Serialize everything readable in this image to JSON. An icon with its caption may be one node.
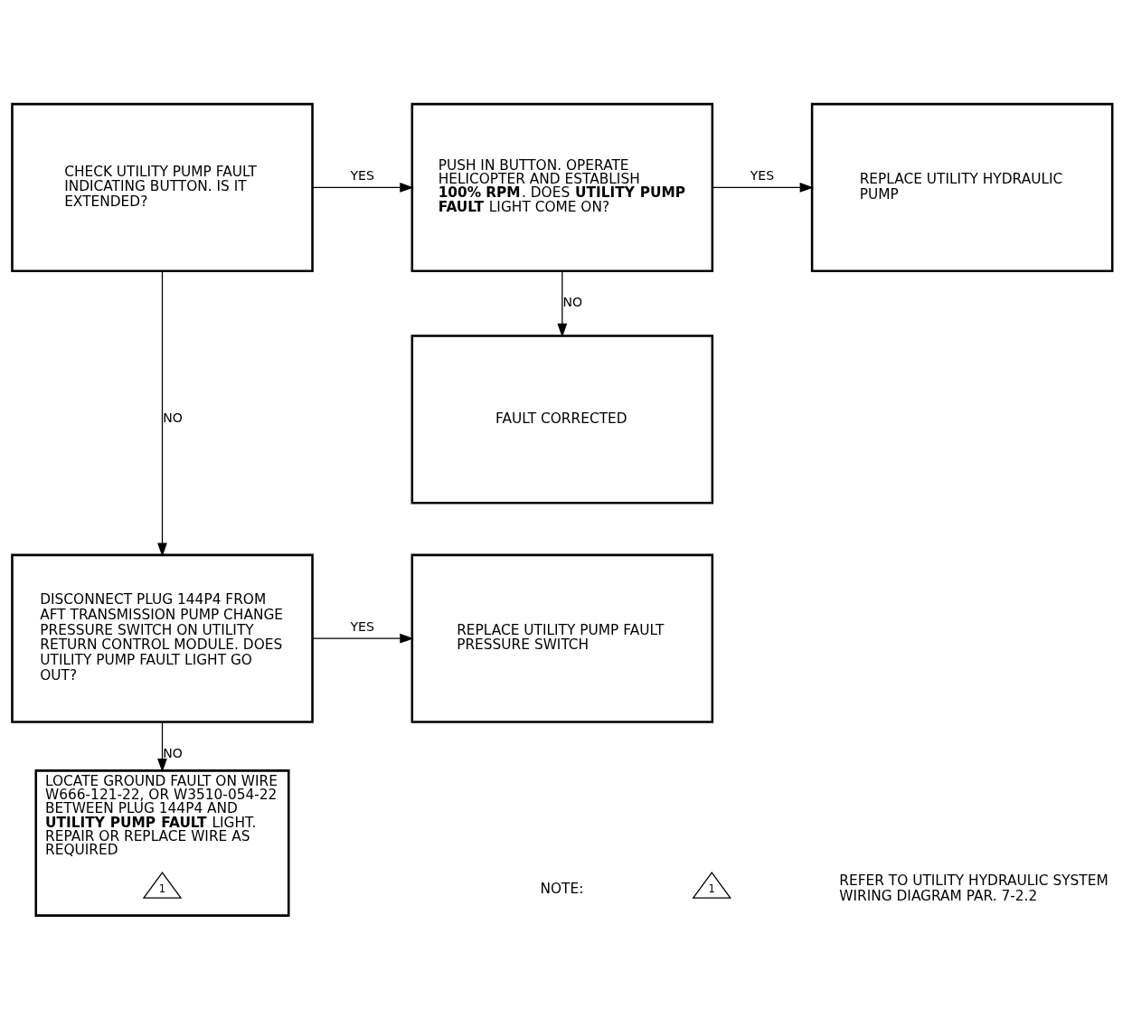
{
  "diagram": {
    "nodes": [
      {
        "text": [
          "CHECK UTILITY PUMP FAULT INDICATING BUTTON. IS IT EXTENDED?"
        ]
      },
      {
        "text": [
          "PUSH IN BUTTON. OPERATE HELICOPTER AND ESTABLISH **100% RPM**. DOES **UTILITY PUMP FAULT** LIGHT COME ON?"
        ]
      },
      {
        "text": [
          "REPLACE UTILITY HYDRAULIC PUMP"
        ]
      },
      {
        "text": [
          "FAULT CORRECTED"
        ]
      },
      {
        "text": [
          "DISCONNECT PLUG 144P4 FROM AFT TRANSMISSION PUMP CHANGE PRESSURE SWITCH ON UTILITY RETURN CONTROL MODULE. DOES UTILITY PUMP FAULT LIGHT GO OUT?"
        ]
      },
      {
        "text": [
          "REPLACE UTILITY PUMP FAULT PRESSURE SWITCH"
        ]
      },
      {
        "text": [
          "LOCATE GROUND FAULT ON WIRE W666-121-22, OR W3510-054-22 BETWEEN PLUG 144P4 AND **UTILITY PUMP FAULT** LIGHT. REPAIR OR REPLACE WIRE AS REQUIRED"
        ]
      },
      {
        "text": [
          "1"
        ],
        "in": 6
      },
      {
        "text": [
          "1"
        ]
      }
    ],
    "edges": [
      {
        "from": 0,
        "to": 1,
        "arrow": "to",
        "label": "YES"
      },
      {
        "from": 1,
        "to": 2,
        "arrow": "to",
        "label": "YES"
      },
      {
        "from": 1,
        "to": 3,
        "arrow": "to",
        "label": "NO"
      },
      {
        "from": 0,
        "to": 4,
        "arrow": "to",
        "label": "NO"
      },
      {
        "from": 4,
        "to": 5,
        "arrow": "to",
        "label": "YES"
      },
      {
        "from": 4,
        "to": 6,
        "arrow": "to",
        "label": "NO"
      }
    ],
    "labels": [
      "NOTE:",
      "REFER TO UTILITY HYDRAULIC SYSTEM WIRING DIAGRAM PAR. 7-2.2"
    ]
  }
}
